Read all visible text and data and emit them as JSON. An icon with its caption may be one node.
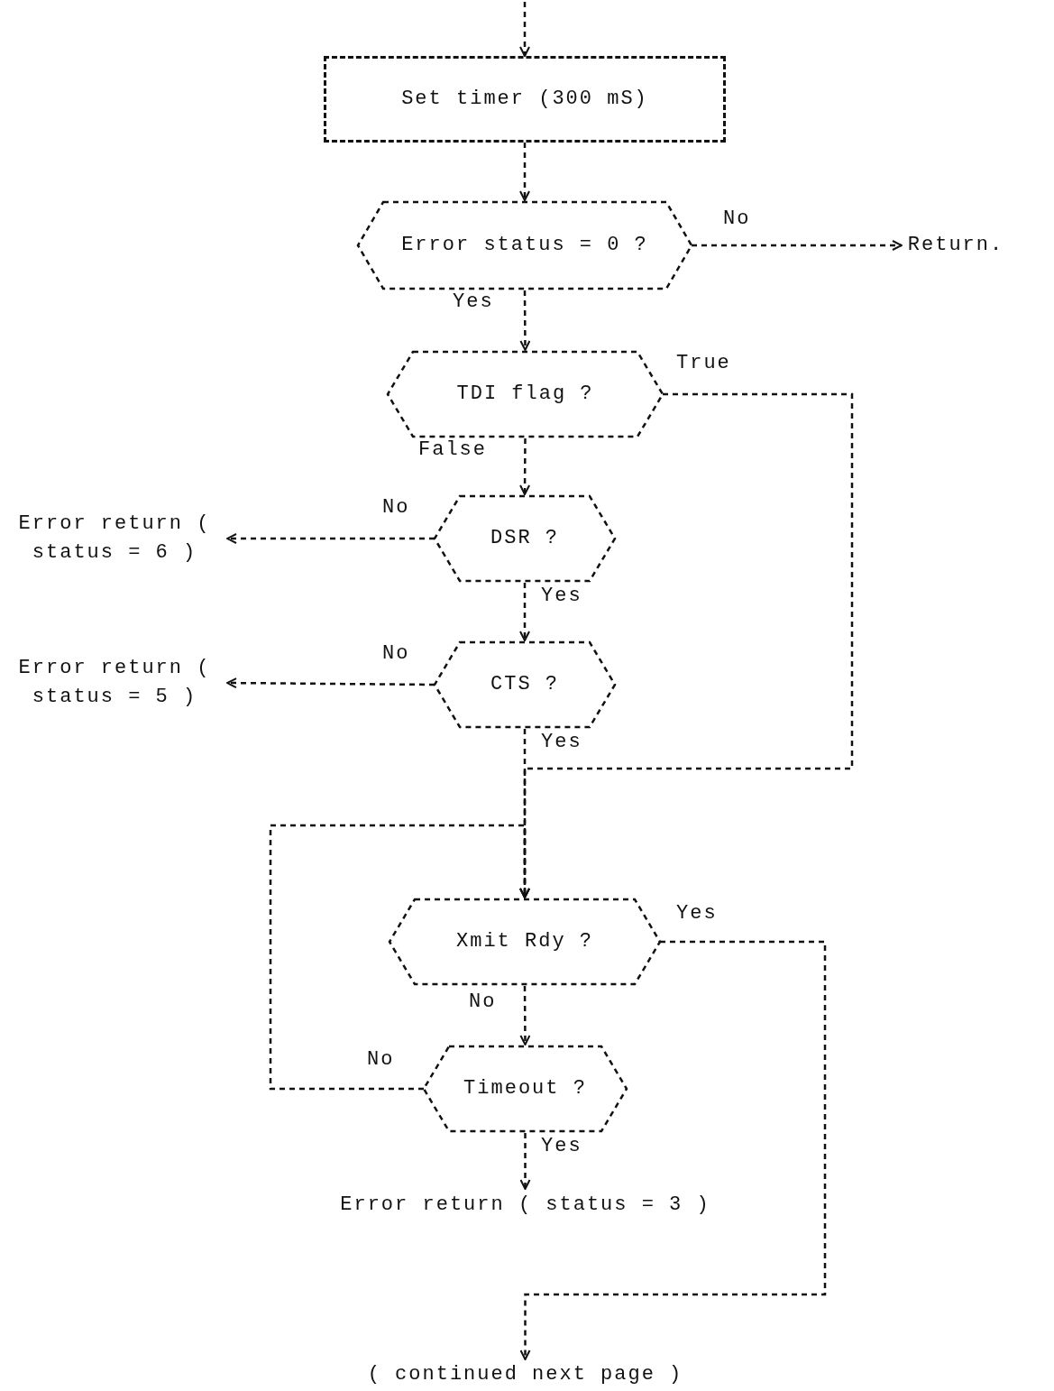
{
  "diagram": {
    "nodes": [
      {
        "text": [
          "Set timer (300 mS)"
        ]
      },
      {
        "text": [
          "Error status = 0 ?"
        ]
      },
      {
        "text": [
          "Return."
        ]
      },
      {
        "text": [
          "TDI flag ?"
        ]
      },
      {
        "text": [
          "Error return ( status = 6 )"
        ]
      },
      {
        "text": [
          "DSR ?"
        ]
      },
      {
        "text": [
          "Error return ( status = 5 )"
        ]
      },
      {
        "text": [
          "CTS ?"
        ]
      },
      {
        "text": [
          "Xmit Rdy ?"
        ]
      },
      {
        "text": [
          "Timeout ?"
        ]
      },
      {
        "text": [
          "Error return ( status = 3 )"
        ]
      },
      {
        "text": [
          "( continued next page )"
        ]
      }
    ],
    "edges": [
      {
        "from": null,
        "to": 0,
        "arrow": "to"
      },
      {
        "from": 0,
        "to": 1,
        "arrow": "to"
      },
      {
        "from": 1,
        "to": 2,
        "arrow": "to",
        "label": "No"
      },
      {
        "from": 1,
        "to": 3,
        "arrow": "to",
        "label": "Yes"
      },
      {
        "from": 3,
        "to": 8,
        "arrow": "to",
        "label": "True"
      },
      {
        "from": 3,
        "to": 5,
        "arrow": "to",
        "label": "False"
      },
      {
        "from": 5,
        "to": 4,
        "arrow": "to",
        "label": "No"
      },
      {
        "from": 5,
        "to": 7,
        "arrow": "to",
        "label": "Yes"
      },
      {
        "from": 7,
        "to": 6,
        "arrow": "to",
        "label": "No"
      },
      {
        "from": 7,
        "to": 8,
        "arrow": "to",
        "label": "Yes"
      },
      {
        "from": 8,
        "to": 9,
        "arrow": "to",
        "label": "No"
      },
      {
        "from": 8,
        "to": 11,
        "arrow": "to",
        "label": "Yes"
      },
      {
        "from": 9,
        "to": 8,
        "arrow": "to",
        "label": "No"
      },
      {
        "from": 9,
        "to": 10,
        "arrow": "to",
        "label": "Yes"
      }
    ]
  }
}
